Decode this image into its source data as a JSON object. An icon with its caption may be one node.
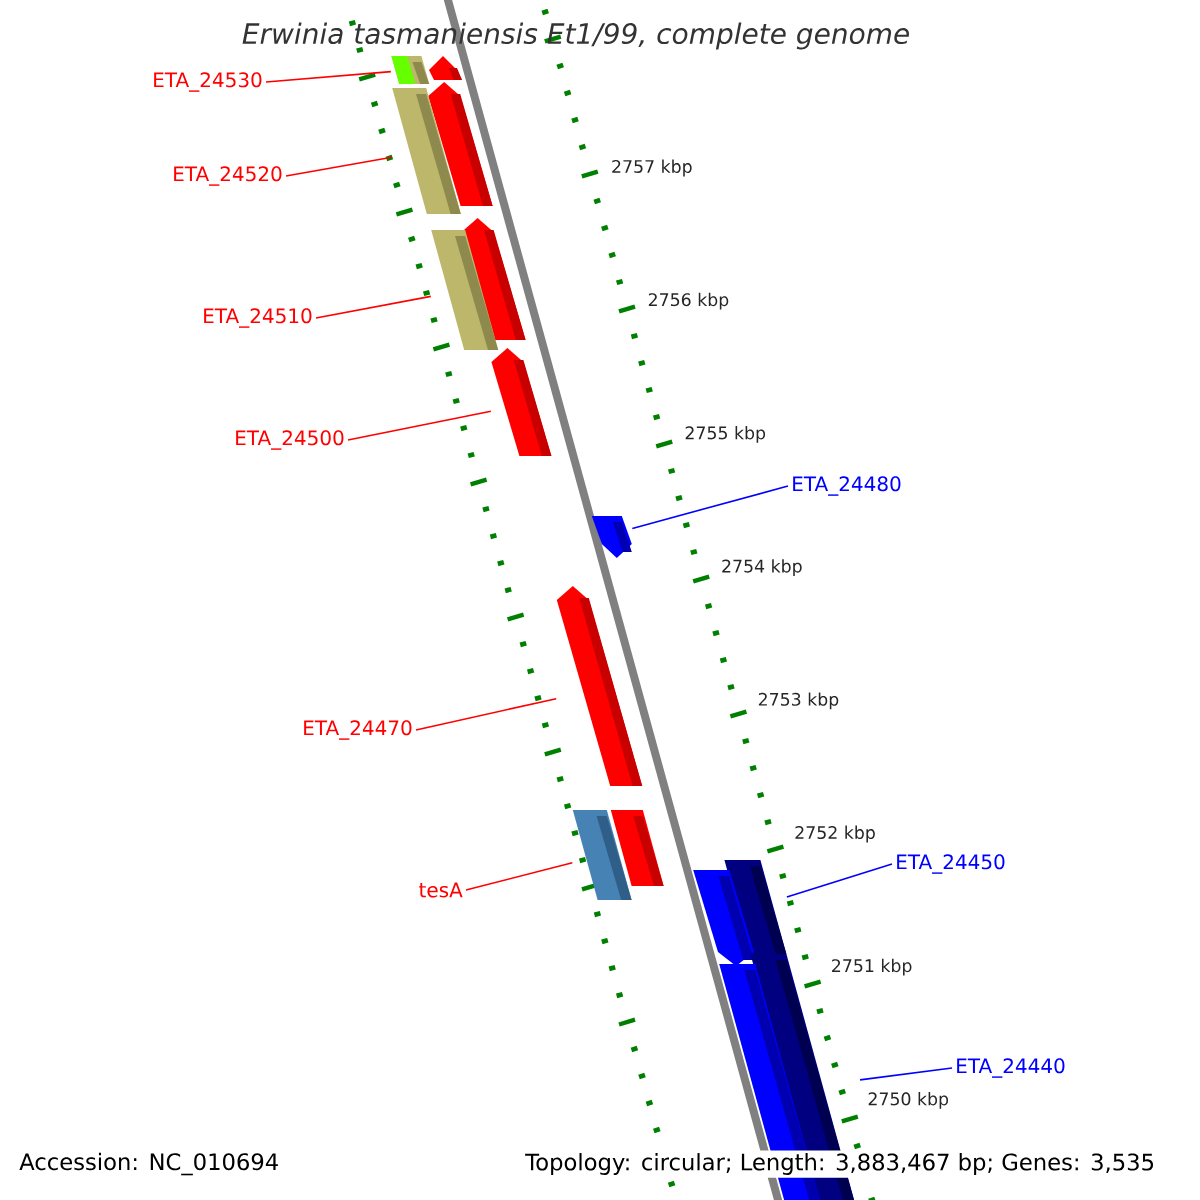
{
  "diagram": {
    "title": "Erwinia tasmaniensis Et1/99, complete genome",
    "nodes": [
      {
        "text": [
          "ETA_24530"
        ]
      },
      {
        "text": [
          "ETA_24520"
        ]
      },
      {
        "text": [
          "ETA_24510"
        ]
      },
      {
        "text": [
          "ETA_24500"
        ]
      },
      {
        "text": [
          "ETA_24480"
        ]
      },
      {
        "text": [
          "ETA_24470"
        ]
      },
      {
        "text": [
          "tesA"
        ]
      },
      {
        "text": [
          "ETA_24450"
        ]
      },
      {
        "text": [
          "ETA_24440"
        ]
      },
      {
        "text": [],
        "shape": "bar"
      },
      {
        "text": [],
        "shape": "arrow"
      },
      {
        "text": [],
        "shape": "arrow"
      },
      {
        "text": [],
        "shape": "bar"
      },
      {
        "text": [],
        "shape": "arrow"
      },
      {
        "text": [],
        "shape": "bar"
      },
      {
        "text": [],
        "shape": "arrow"
      },
      {
        "text": [],
        "shape": "arrow"
      },
      {
        "text": [],
        "shape": "arrow"
      },
      {
        "text": [],
        "shape": "arrow"
      },
      {
        "text": [],
        "shape": "bar"
      },
      {
        "text": [],
        "shape": "bar"
      },
      {
        "text": [],
        "shape": "arrow"
      },
      {
        "text": [],
        "shape": "bar"
      },
      {
        "text": [],
        "shape": "bar"
      }
    ],
    "edges": [
      {
        "from": 0,
        "to": 9,
        "arrow": "none"
      },
      {
        "from": 1,
        "to": 12,
        "arrow": "none"
      },
      {
        "from": 2,
        "to": 14,
        "arrow": "none"
      },
      {
        "from": 3,
        "to": 15,
        "arrow": "none"
      },
      {
        "from": 4,
        "to": 16,
        "arrow": "none",
        "color": "#0000ff"
      },
      {
        "from": 5,
        "to": 17,
        "arrow": "none"
      },
      {
        "from": 6,
        "to": 18,
        "arrow": "none"
      },
      {
        "from": 7,
        "to": 20,
        "arrow": "none",
        "color": "#0000ff"
      },
      {
        "from": 8,
        "to": 22,
        "arrow": "none",
        "color": "#0000ff"
      }
    ],
    "labels": [
      "2757 kbp",
      "2756 kbp",
      "2755 kbp",
      "2754 kbp",
      "2753 kbp",
      "2752 kbp",
      "2751 kbp",
      "2750 kbp",
      "Accession: NC_010694",
      "Topology: circular; Length: 3,883,467 bp; Genes: 3,535"
    ]
  }
}
